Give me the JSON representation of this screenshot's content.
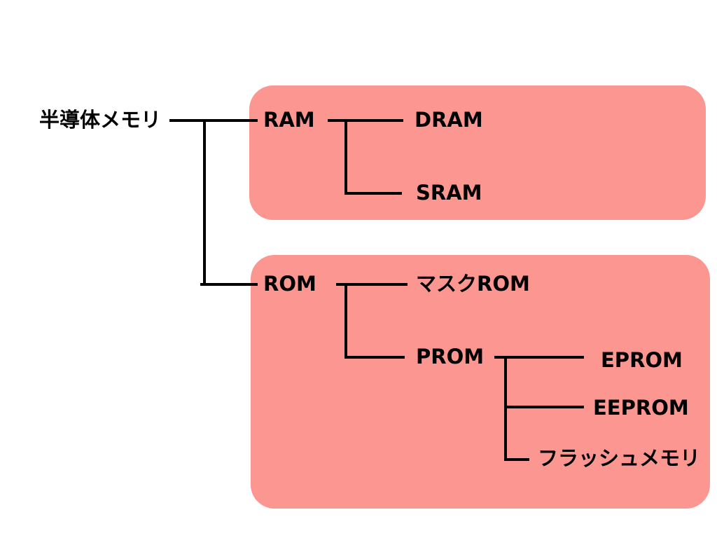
{
  "colors": {
    "group_fill": "#fb9690",
    "line": "#000000"
  },
  "nodes": {
    "root": "半導体メモリ",
    "ram": "RAM",
    "dram": "DRAM",
    "sram": "SRAM",
    "rom": "ROM",
    "mask_rom": "マスクROM",
    "prom": "PROM",
    "eprom": "EPROM",
    "eeprom": "EEPROM",
    "flash": "フラッシュメモリ"
  }
}
